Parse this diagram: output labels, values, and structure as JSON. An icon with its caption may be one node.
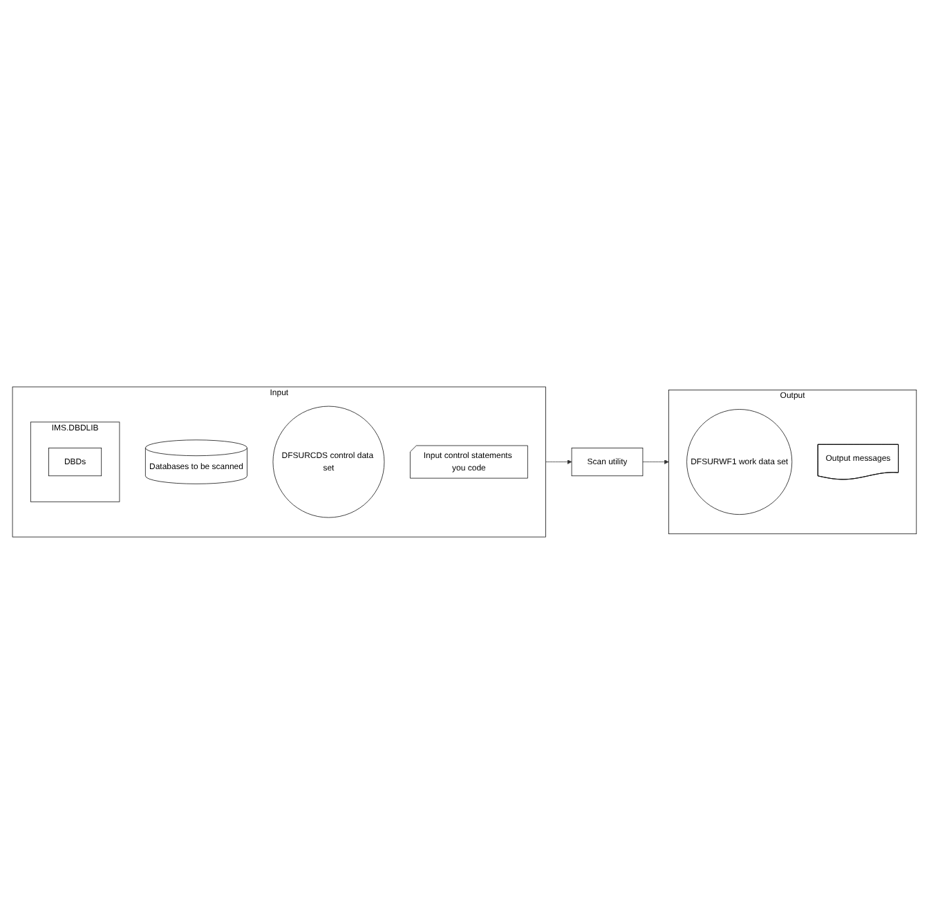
{
  "diagram": {
    "nodes": [
      {
        "text": [
          "Input"
        ]
      },
      {
        "text": [
          "IMS.DBDLIB"
        ],
        "in": 0
      },
      {
        "text": [
          "DBDs"
        ],
        "in": 1
      },
      {
        "text": [
          "Databases to be scanned"
        ],
        "in": 0
      },
      {
        "text": [
          "DFSURCDS control data set"
        ],
        "in": 0
      },
      {
        "text": [
          "Input control statements you code"
        ],
        "in": 0
      },
      {
        "text": [
          "Scan utility"
        ]
      },
      {
        "text": [
          "Output"
        ]
      },
      {
        "text": [
          "DFSURWF1 work data set"
        ],
        "in": 7
      },
      {
        "text": [
          "Output messages"
        ],
        "in": 7
      }
    ],
    "edges": [
      {
        "from": 0,
        "to": 6,
        "arrow": "to"
      },
      {
        "from": 6,
        "to": 7,
        "arrow": "to"
      }
    ]
  }
}
